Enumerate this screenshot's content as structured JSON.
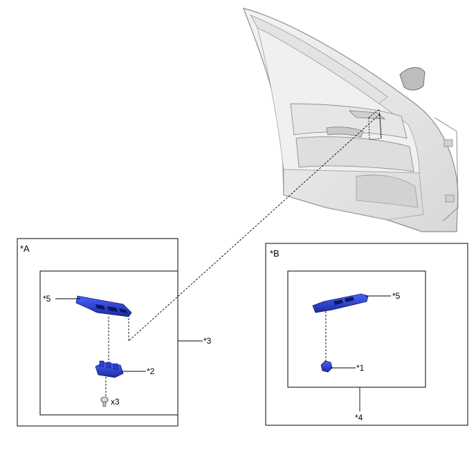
{
  "panels": {
    "a": {
      "label": "*A"
    },
    "b": {
      "label": "*B"
    }
  },
  "callouts": {
    "c1": "*1",
    "c2": "*2",
    "c3": "*3",
    "c4": "*4",
    "c5a": "*5",
    "c5b": "*5",
    "screw_qty": "x3"
  },
  "colors": {
    "part": "#2a3fd0",
    "part_dark": "#15208a",
    "door_fill": "#ececec",
    "door_line": "#9a9a9a",
    "frame": "#000000"
  }
}
